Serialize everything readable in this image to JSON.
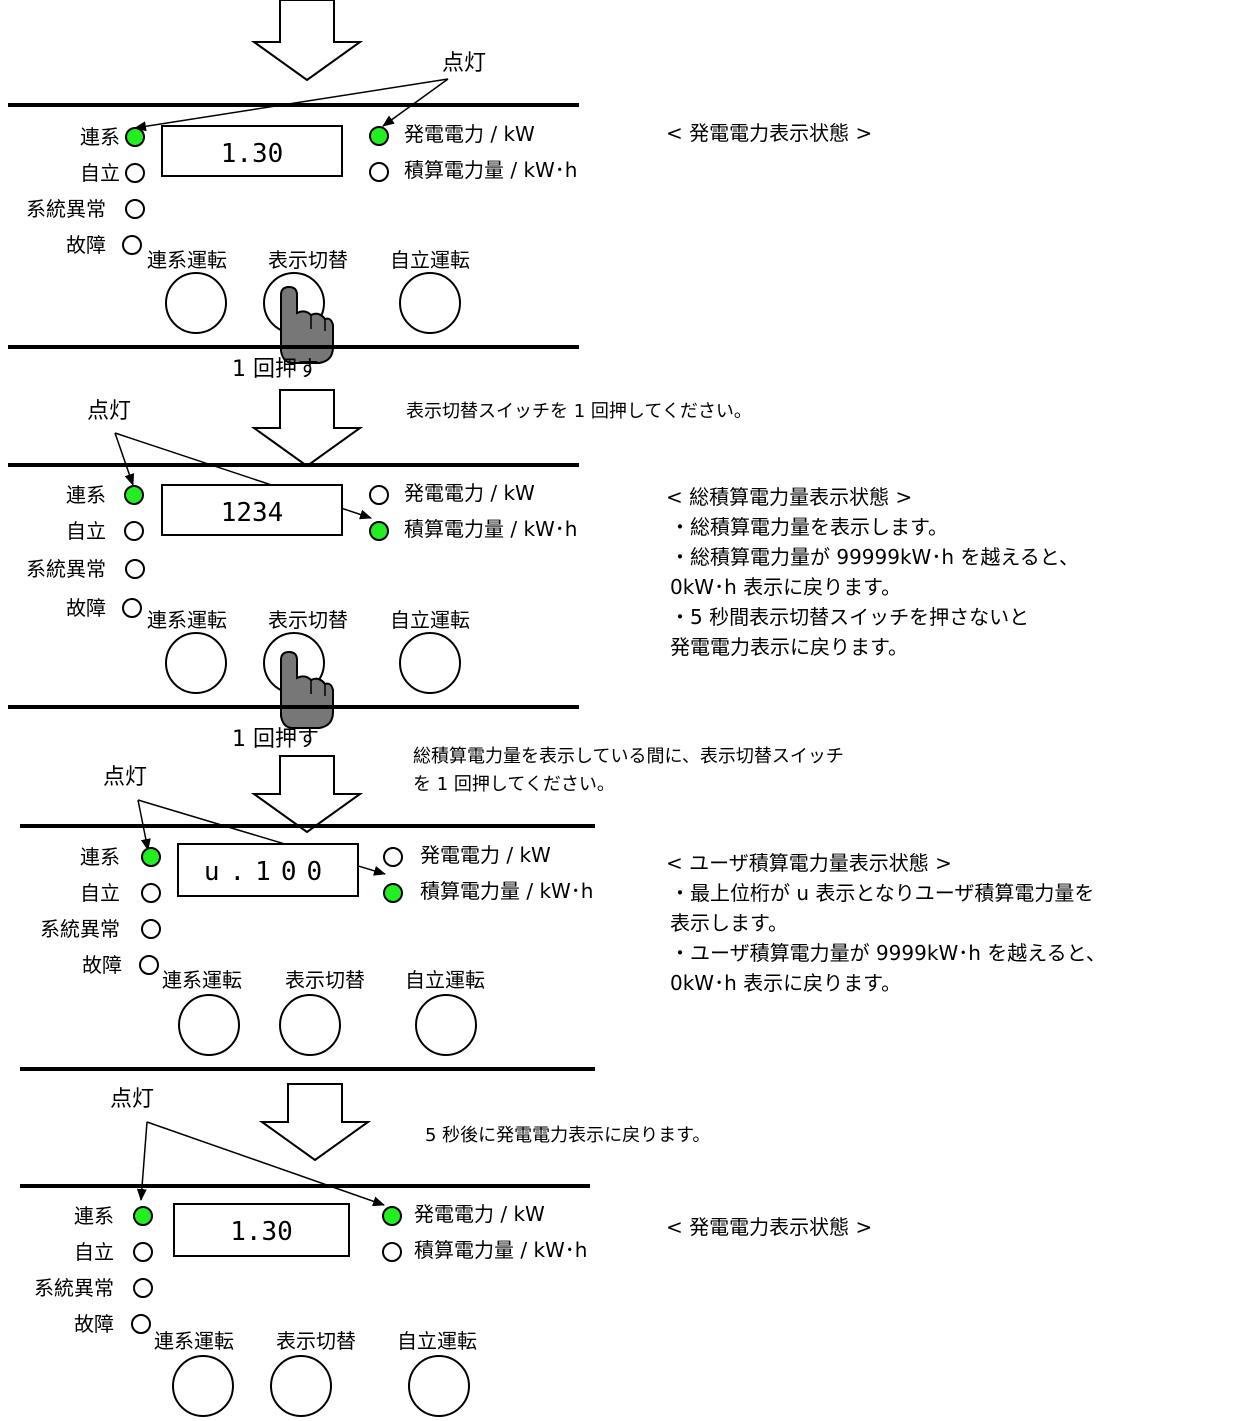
{
  "labels": {
    "renkei": "連系",
    "jiritsu": "自立",
    "keito_ijo": "系統異常",
    "kosho": "故障",
    "hatsuden": "発電電力 / kW",
    "sekisan": "積算電力量 / kW･h",
    "btn_renkei": "連系運転",
    "btn_hyoji": "表示切替",
    "btn_jiritsu": "自立運転",
    "tento": "点灯",
    "push_once": "1 回押す"
  },
  "panels": [
    {
      "display": "1.30",
      "leds": {
        "renkei": true,
        "jiritsu": false,
        "keito_ijo": false,
        "kosho": false,
        "hatsuden": true,
        "sekisan": false
      },
      "notes": [
        "< 発電電力表示状態 >"
      ]
    },
    {
      "display": "1234",
      "leds": {
        "renkei": true,
        "jiritsu": false,
        "keito_ijo": false,
        "kosho": false,
        "hatsuden": false,
        "sekisan": true
      },
      "notes": [
        "< 総積算電力量表示状態 >",
        "・総積算電力量を表示します。",
        "・総積算電力量が 99999kW･h を越えると、",
        "  0kW･h 表示に戻ります。",
        "・5 秒間表示切替スイッチを押さないと",
        "  発電電力表示に戻ります。"
      ]
    },
    {
      "display": "u.100",
      "leds": {
        "renkei": true,
        "jiritsu": false,
        "keito_ijo": false,
        "kosho": false,
        "hatsuden": false,
        "sekisan": true
      },
      "notes": [
        "< ユーザ積算電力量表示状態 >",
        "・最上位桁が u 表示となりユーザ積算電力量を",
        "  表示します。",
        "・ユーザ積算電力量が 9999kW･h を越えると、",
        "  0kW･h 表示に戻ります。"
      ]
    },
    {
      "display": "1.30",
      "leds": {
        "renkei": true,
        "jiritsu": false,
        "keito_ijo": false,
        "kosho": false,
        "hatsuden": true,
        "sekisan": false
      },
      "notes": [
        "< 発電電力表示状態 >"
      ]
    }
  ],
  "instructions": [
    "表示切替スイッチを 1 回押してください。",
    "総積算電力量を表示している間に、表示切替スイッチ\nを 1 回押してください。",
    "5 秒後に発電電力表示に戻ります。"
  ]
}
